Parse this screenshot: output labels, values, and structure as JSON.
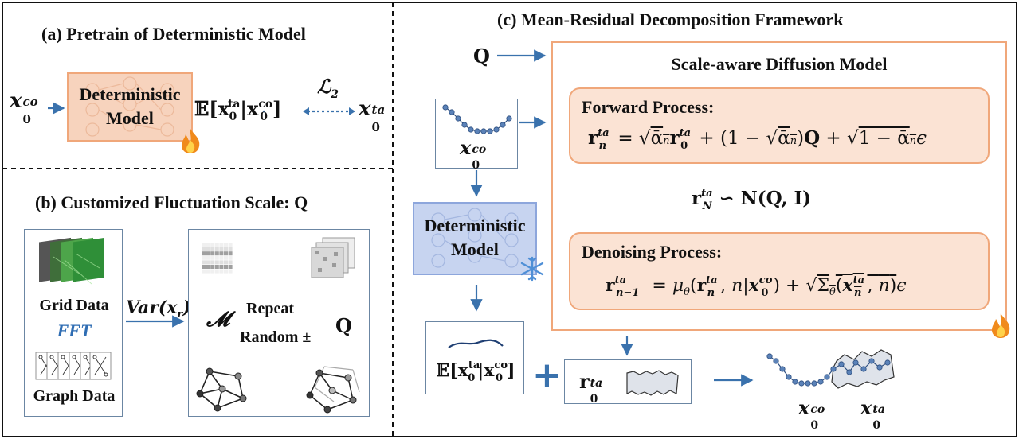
{
  "panels": {
    "a": {
      "title": "(a) Pretrain of Deterministic Model"
    },
    "b": {
      "title": "(b) Customized Fluctuation Scale: Q"
    },
    "c": {
      "title": "(c) Mean-Residual Decomposition Framework"
    }
  },
  "det_model": {
    "line1": "Deterministic",
    "line2": "Model"
  },
  "panel_a": {
    "input": "x",
    "input_sub": "0",
    "input_sup": "co",
    "expect": "𝔼[x",
    "expect_mid": "|x",
    "expect_end": "]",
    "loss": "ℒ",
    "loss_sub": "2",
    "target": "x",
    "target_sub": "0",
    "target_sup": "ta"
  },
  "panel_b": {
    "grid_label": "Grid Data",
    "fft_label": "FFT",
    "graph_label": "Graph Data",
    "var_label": "Var(x",
    "var_sub": "r",
    "var_end": ")",
    "m_label": "𝓜",
    "repeat_label": "Repeat",
    "random_label": "Random ±",
    "q_label": "Q"
  },
  "panel_c": {
    "q_label": "Q",
    "scale_title": "Scale-aware Diffusion Model",
    "forward_title": "Forward Process:",
    "denoise_title": "Denoising Process:",
    "forward_eq": "r",
    "noise_eq": "r",
    "noise_rhs": "∽ N(Q, I)",
    "denoise_eq": "r",
    "r0_label": "r",
    "plus": "+",
    "xco_label": "x",
    "xta_label": "x"
  },
  "colors": {
    "arrow": "#3a72ad",
    "orange_border": "#f0a77a",
    "peach_fill": "#fbe3d4",
    "blue_fill": "#c7d4f0",
    "dot_blue": "#5b82b8"
  },
  "icons": {
    "fire": "fire-icon",
    "snow": "snowflake-icon"
  }
}
